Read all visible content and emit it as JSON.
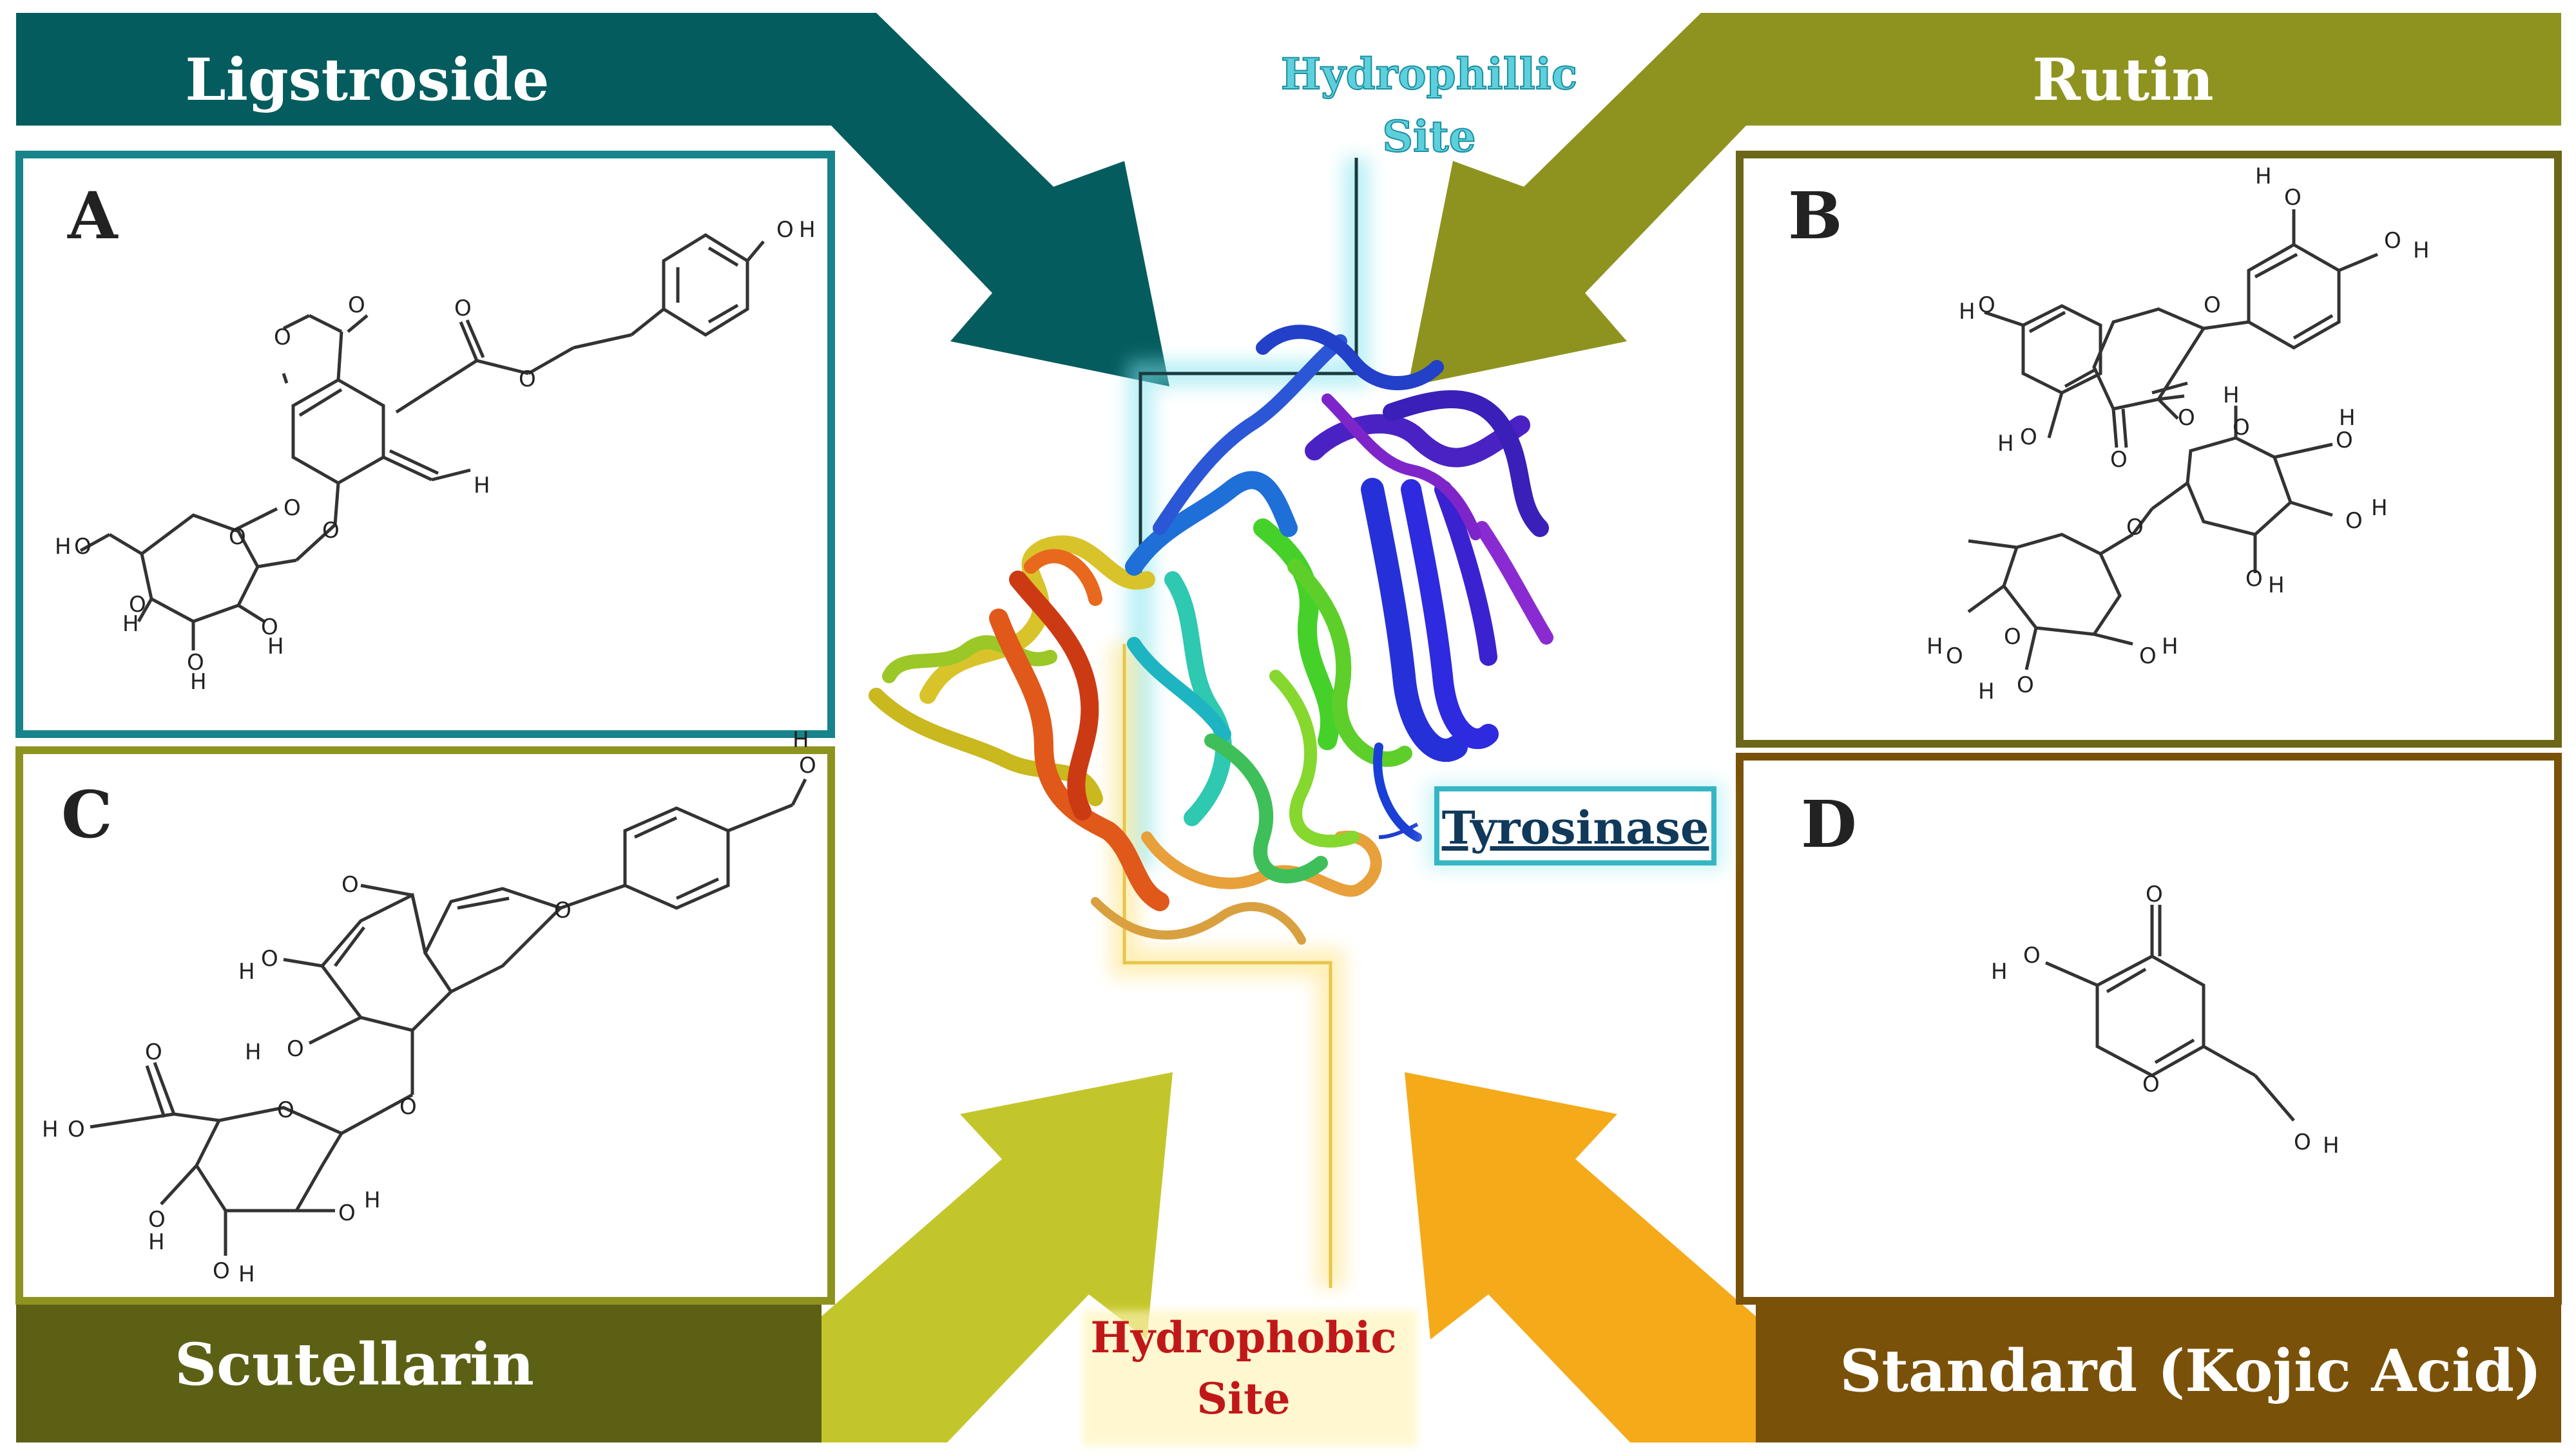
{
  "compounds": {
    "a": {
      "name": "Ligstroside",
      "letter": "A"
    },
    "b": {
      "name": "Rutin",
      "letter": "B"
    },
    "c": {
      "name": "Scutellarin",
      "letter": "C"
    },
    "d": {
      "name": "Standard (Kojic Acid)",
      "letter": "D"
    }
  },
  "sites": {
    "hydrophilic": [
      "Hydrophillic",
      "Site"
    ],
    "hydrophobic": [
      "Hydrophobic",
      "Site"
    ]
  },
  "protein": {
    "label": "Tyrosinase"
  },
  "atoms": {
    "o": "O",
    "h": "H"
  },
  "colors": {
    "ligstroside": "#055c5e",
    "rutin": "#8e9320",
    "scutellarin": "#5c6014",
    "kojic_banner": "#7a5108",
    "arrow_bottom_left": "#c3c62b",
    "arrow_bottom_right": "#f5aa1a",
    "hydrophilic_text": "#5ed0dc",
    "hydrophobic_text": "#c01818"
  }
}
